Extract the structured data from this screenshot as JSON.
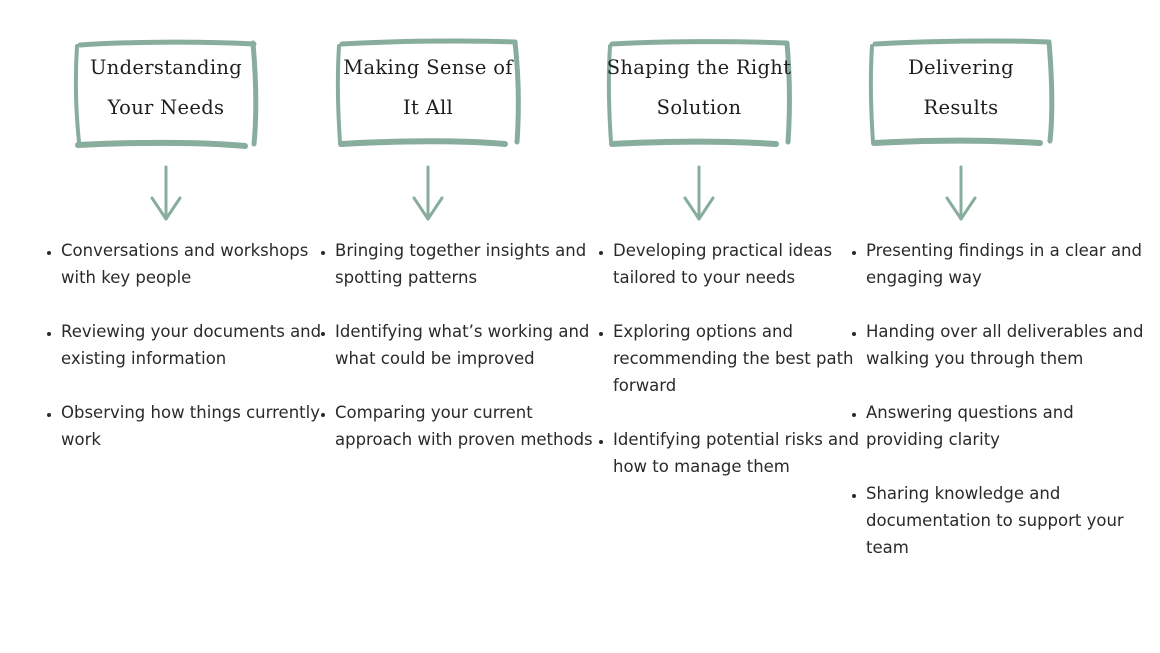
{
  "accent_color": "#88ad9d",
  "columns": [
    {
      "title_line1": "Understanding",
      "title_line2": "Your Needs",
      "items": [
        "Conversations and workshops with key people",
        "Reviewing your documents and existing information",
        "Observing how things currently work"
      ]
    },
    {
      "title_line1": "Making Sense of",
      "title_line2": "It All",
      "items": [
        "Bringing together insights and spotting patterns",
        "Identifying what’s working and what could be improved",
        "Comparing your current approach with proven methods"
      ]
    },
    {
      "title_line1": "Shaping the Right",
      "title_line2": "Solution",
      "items": [
        "Developing practical ideas tailored to your needs",
        "Exploring options and recommending the best path forward",
        "Identifying potential risks and how to manage them"
      ]
    },
    {
      "title_line1": "Delivering",
      "title_line2": "Results",
      "items": [
        "Presenting findings in a clear and engaging way",
        "Handing over all deliverables and walking you through them",
        "Answering questions and providing clarity",
        "Sharing knowledge and documentation to support your team"
      ]
    }
  ]
}
